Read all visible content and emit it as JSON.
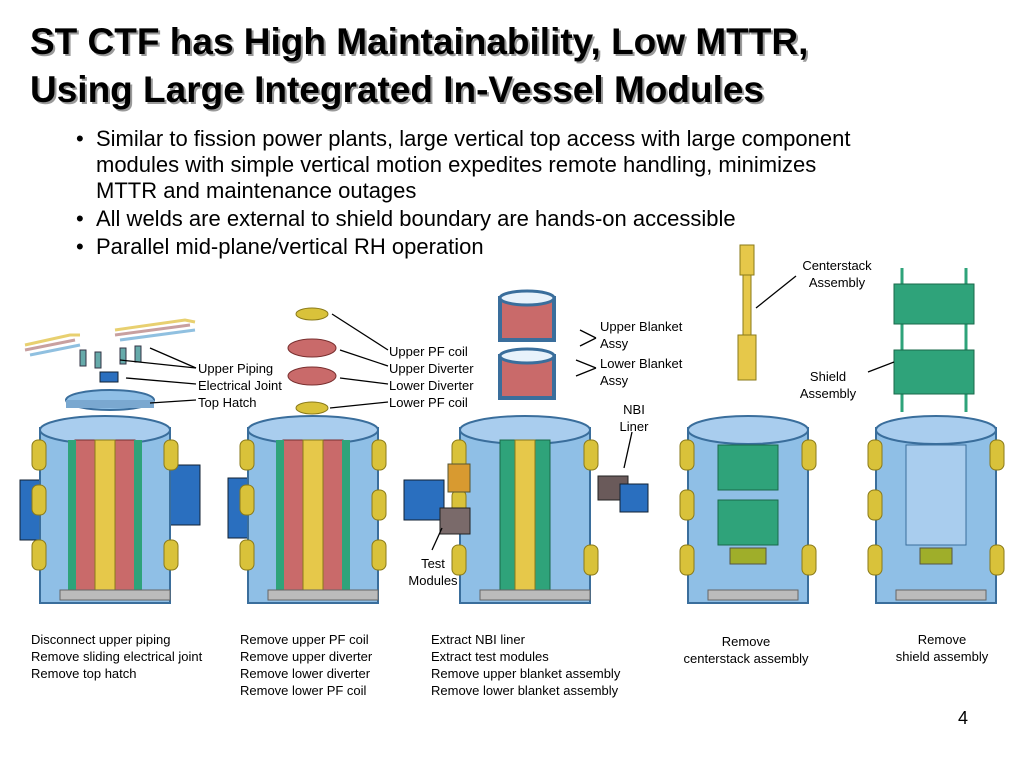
{
  "title_line1": "ST CTF has High Maintainability, Low MTTR,",
  "title_line2": "Using Large Integrated In-Vessel Modules",
  "bullets": [
    "Similar to fission power plants,  large vertical top access with large component modules with simple vertical motion expedites remote handling, minimizes MTTR and maintenance outages",
    "All welds are external to shield boundary are hands-on accessible",
    "Parallel mid-plane/vertical RH operation"
  ],
  "labels": {
    "upper_piping": "Upper Piping",
    "electrical_joint": "Electrical Joint",
    "top_hatch": "Top Hatch",
    "upper_pf_coil": "Upper PF coil",
    "upper_diverter": "Upper Diverter",
    "lower_diverter": "Lower Diverter",
    "lower_pf_coil": "Lower PF coil",
    "upper_blanket_1": "Upper Blanket",
    "upper_blanket_2": "Assy",
    "lower_blanket_1": "Lower Blanket",
    "lower_blanket_2": "Assy",
    "nbi_1": "NBI",
    "nbi_2": "Liner",
    "test_1": "Test",
    "test_2": "Modules",
    "centerstack_1": "Centerstack",
    "centerstack_2": "Assembly",
    "shield_1": "Shield",
    "shield_2": "Assembly"
  },
  "captions": {
    "step1": [
      "Disconnect upper piping",
      "Remove sliding electrical joint",
      "Remove top hatch"
    ],
    "step2": [
      "Remove upper PF coil",
      "Remove upper diverter",
      "Remove lower diverter",
      "Remove lower PF coil"
    ],
    "step3": [
      "Extract NBI liner",
      "Extract test modules",
      "Remove upper blanket assembly",
      "Remove lower blanket assembly"
    ],
    "step4": [
      "Remove",
      "centerstack assembly"
    ],
    "step5": [
      "Remove",
      "shield assembly"
    ]
  },
  "page_number": "4",
  "colors": {
    "vessel_blue": "#7fb2dc",
    "vessel_dark": "#3a6e9c",
    "coil_yellow": "#d9c23a",
    "blanket_red": "#c96a6a",
    "shield_green": "#2fa37a",
    "centerstack_yellow": "#e6c84a"
  }
}
